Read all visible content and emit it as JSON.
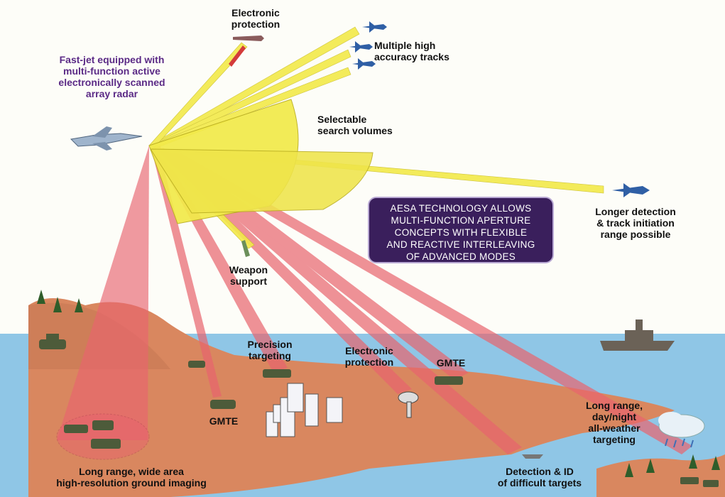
{
  "labels": {
    "electronic_protection_top": "Electronic\nprotection",
    "fast_jet": "Fast-jet equipped with\nmulti-function active\nelectronically scanned\narray radar",
    "multiple_tracks": "Multiple high\naccuracy tracks",
    "search_volumes": "Selectable\nsearch volumes",
    "longer_detection": "Longer detection\n& track initiation\nrange possible",
    "weapon_support": "Weapon\nsupport",
    "precision_targeting": "Precision\ntargeting",
    "electronic_protection_ground": "Electronic\nprotection",
    "gmte_right": "GMTE",
    "gmte_left": "GMTE",
    "long_range_targeting": "Long range,\nday/night\nall-weather\ntargeting",
    "ground_imaging": "Long range, wide area\nhigh-resolution ground imaging",
    "detection_id": "Detection & ID\nof difficult targets"
  },
  "callout": {
    "text": "AESA TECHNOLOGY ALLOWS\nMULTI-FUNCTION APERTURE\nCONCEPTS WITH FLEXIBLE\nAND REACTIVE INTERLEAVING\nOF ADVANCED MODES"
  },
  "colors": {
    "sea": "#8fc6e6",
    "land": "#d9875f",
    "beam_red": "#e8646e",
    "beam_yellow": "#f2ea4a",
    "callout_bg": "#3a1f5c",
    "label_purple": "#5b2a86"
  },
  "icons": [
    "fighter-jet-icon",
    "aircraft-icon",
    "missile-icon",
    "tank-icon",
    "ship-icon",
    "city-icon",
    "radar-dish-icon",
    "tree-icon",
    "cloud-rain-icon",
    "boat-icon"
  ]
}
